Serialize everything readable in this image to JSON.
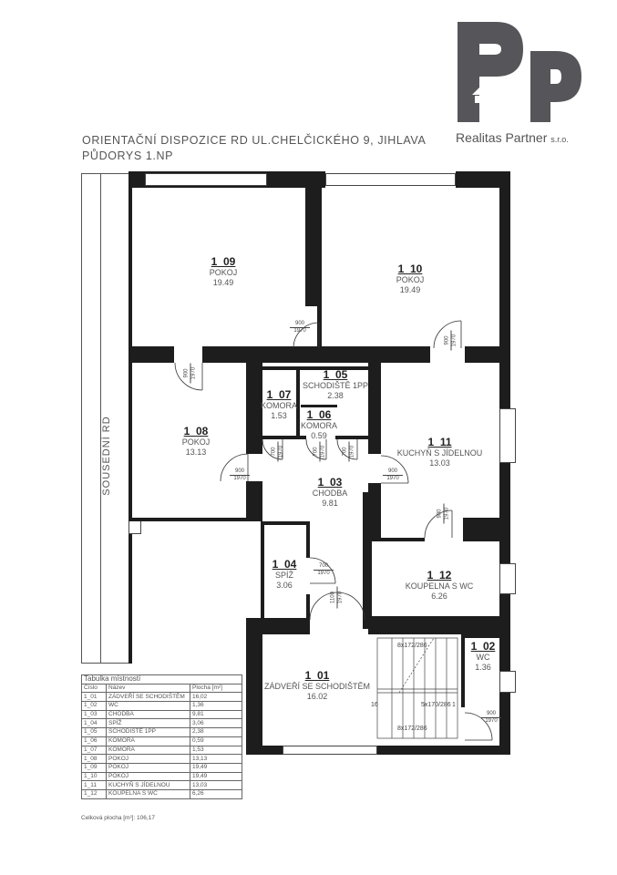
{
  "header": {
    "title_line1": "ORIENTAČNÍ DISPOZICE RD UL.CHELČICKÉHO 9, JIHLAVA",
    "title_line2": "PŮDORYS 1.NP"
  },
  "brand": {
    "name": "Realitas Partner",
    "suffix": "s.r.o.",
    "logo_color": "#55555a"
  },
  "neighbor_label": "SOUSEDNÍ RD",
  "rooms": {
    "r109": {
      "num": "1_09",
      "name": "POKOJ",
      "area": "19.49"
    },
    "r110": {
      "num": "1_10",
      "name": "POKOJ",
      "area": "19.49"
    },
    "r108": {
      "num": "1_08",
      "name": "POKOJ",
      "area": "13.13"
    },
    "r107": {
      "num": "1_07",
      "name": "KOMORA",
      "area": "1.53"
    },
    "r105": {
      "num": "1_05",
      "name": "SCHODIŠTĚ 1PP",
      "area": "2.38"
    },
    "r106": {
      "num": "1_06",
      "name": "KOMORA",
      "area": "0.59"
    },
    "r111": {
      "num": "1_11",
      "name": "KUCHYŇ S JÍDELNOU",
      "area": "13.03"
    },
    "r103": {
      "num": "1_03",
      "name": "CHODBA",
      "area": "9.81"
    },
    "r104": {
      "num": "1_04",
      "name": "SPÍŽ",
      "area": "3.06"
    },
    "r112": {
      "num": "1_12",
      "name": "KOUPELNA S WC",
      "area": "6.26"
    },
    "r101": {
      "num": "1_01",
      "name": "ZÁDVEŘÍ SE SCHODIŠTĚM",
      "area": "16.02"
    },
    "r102": {
      "num": "1_02",
      "name": "WC",
      "area": "1.36"
    }
  },
  "doors": {
    "d1": {
      "w": "900",
      "h": "1970"
    },
    "d2": {
      "w": "900",
      "h": "1970"
    },
    "d3": {
      "w": "900",
      "h": "1970"
    },
    "d4": {
      "w": "700",
      "h": "1970"
    },
    "d5": {
      "w": "700",
      "h": "1970"
    },
    "d6": {
      "w": "700",
      "h": "1970"
    },
    "d7": {
      "w": "900",
      "h": "1970"
    },
    "d8": {
      "w": "900",
      "h": "1970"
    },
    "d9": {
      "w": "900",
      "h": "1970"
    },
    "d10": {
      "w": "700",
      "h": "1970"
    },
    "d11": {
      "w": "1100",
      "h": "1970"
    },
    "d12": {
      "w": "900",
      "h": "1970"
    },
    "d13": {
      "w": "900",
      "h": "1970"
    }
  },
  "stairs": {
    "upper": "8x172/286",
    "middle": "5x170/286",
    "lower": "8x172/286",
    "left_num": "16",
    "right_num": "1"
  },
  "legend": {
    "title": "Tabulka místností",
    "headers": [
      "Číslo",
      "Název",
      "Plocha [m²]"
    ],
    "rows": [
      [
        "1_01",
        "ZÁDVEŘÍ SE SCHODIŠTĚM",
        "16,02"
      ],
      [
        "1_02",
        "WC",
        "1,36"
      ],
      [
        "1_03",
        "CHODBA",
        "9,81"
      ],
      [
        "1_04",
        "SPÍŽ",
        "3,06"
      ],
      [
        "1_05",
        "SCHODIŠTĚ 1PP",
        "2,38"
      ],
      [
        "1_06",
        "KOMORA",
        "0,59"
      ],
      [
        "1_07",
        "KOMORA",
        "1,53"
      ],
      [
        "1_08",
        "POKOJ",
        "13,13"
      ],
      [
        "1_09",
        "POKOJ",
        "19,49"
      ],
      [
        "1_10",
        "POKOJ",
        "19,49"
      ],
      [
        "1_11",
        "KUCHYŇ S JÍDELNOU",
        "13,03"
      ],
      [
        "1_12",
        "KOUPELNA S WC",
        "6,26"
      ]
    ],
    "total": "Celková plocha [m²]: 106,17"
  }
}
